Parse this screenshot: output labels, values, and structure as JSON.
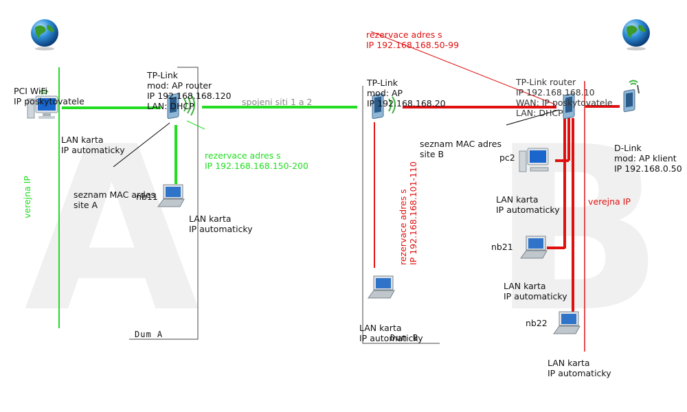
{
  "colors": {
    "green": "#22dd22",
    "red": "#e01010",
    "black": "#000000",
    "gray": "#888888",
    "watermark": "#f0f0f0"
  },
  "watermark": {
    "a": "A",
    "b": "B"
  },
  "site_a": {
    "pci": [
      "PCI WiFi",
      "IP poskytovatele"
    ],
    "pc_lan": [
      "LAN karta",
      "IP automaticky"
    ],
    "router": [
      "TP-Link",
      "mod: AP router",
      "IP 192.168.168.120",
      "LAN: DHCP"
    ],
    "reservation": [
      "rezervace adres s",
      "IP 192.168.168.150-200"
    ],
    "mac_list": [
      "seznam MAC ardes",
      "site A"
    ],
    "nb11_name": "nb11",
    "nb11_lan": [
      "LAN karta",
      "IP automaticky"
    ],
    "public_ip": "verejna IP",
    "house": "Dum A"
  },
  "link_label": "spojeni siti 1 a 2",
  "site_b": {
    "reservation_top": [
      "rezervace adres s",
      "IP 192.168.168.50-99"
    ],
    "ap": [
      "TP-Link",
      "mod: AP",
      "IP 192.168.168.20"
    ],
    "reservation_vertical": [
      "rezervace adres s",
      "IP 192.168.168.101-110"
    ],
    "mac_list": [
      "seznam MAC adres",
      "site B"
    ],
    "laptop_lan": [
      "LAN karta",
      "IP automaticky"
    ],
    "house": "Dum B",
    "router": [
      "TP-Link router",
      "IP 192.168.168.10",
      "WAN: IP poskytovatele",
      "LAN: DHCP"
    ],
    "dlink": [
      "D-Link",
      "mod: AP klient",
      "IP 192.168.0.50"
    ],
    "pc2_name": "pc2",
    "pc2_lan": [
      "LAN karta",
      "IP automaticky"
    ],
    "public_ip": "verejna IP",
    "nb21_name": "nb21",
    "nb21_lan": [
      "LAN karta",
      "IP automaticky"
    ],
    "nb22_name": "nb22",
    "nb22_lan": [
      "LAN karta",
      "IP automaticky"
    ]
  },
  "icons": [
    "globe-icon",
    "wifi-pc-icon",
    "router-icon",
    "laptop-icon",
    "desktop-icon"
  ]
}
